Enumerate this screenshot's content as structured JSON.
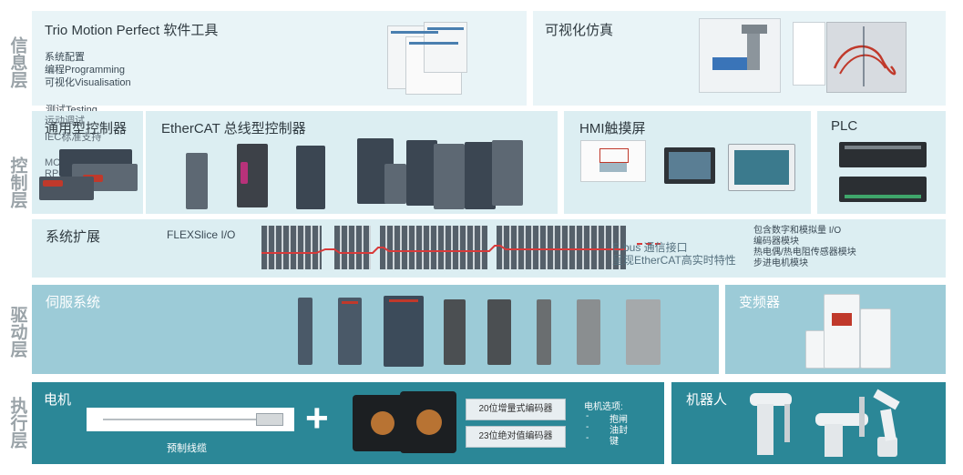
{
  "layers": {
    "info": "信息层",
    "control": "控制层",
    "drive": "驱动层",
    "exec": "执行层"
  },
  "info": {
    "software_title": "Trio Motion Perfect 软件工具",
    "software_features": [
      "系统配置",
      "编程Programming",
      "可视化Visualisation",
      "测试Testing",
      "运动调试",
      "IEC标准支持",
      "MC1",
      "RPC"
    ],
    "simulation_title": "可视化仿真"
  },
  "control": {
    "general_title": "通用型控制器",
    "ethercat_title": "EtherCAT 总线型控制器",
    "hmi_title": "HMI触摸屏",
    "plc_title": "PLC",
    "expansion_title": "系统扩展",
    "flexslice_label": "FLEXSlice I/O",
    "ebus_line1": "E-bus 通信接口",
    "ebus_line2": "呈现EtherCAT高实时特性",
    "io_notes": [
      "包含数字和模拟量 I/O",
      "编码器模块",
      "热电偶/热电阻传感器模块",
      "步进电机模块"
    ]
  },
  "drive": {
    "servo_title": "伺服系统",
    "vfd_title": "变频器"
  },
  "exec": {
    "motor_title": "电机",
    "cable_label": "预制线缆",
    "plus": "+",
    "encoder1": "20位增量式编码器",
    "encoder2": "23位绝对值编码器",
    "options_title": "电机选项:",
    "options": [
      "抱闸",
      "油封",
      "键"
    ],
    "option_bullet": "-",
    "robot_title": "机器人"
  },
  "colors": {
    "info_bg": "#e9f4f7",
    "control_bg": "#dceef2",
    "drive_bg": "#9ccbd7",
    "exec_bg": "#2b8797",
    "label_gray": "#9aa3a8",
    "ebus_red": "#d83a3a"
  }
}
